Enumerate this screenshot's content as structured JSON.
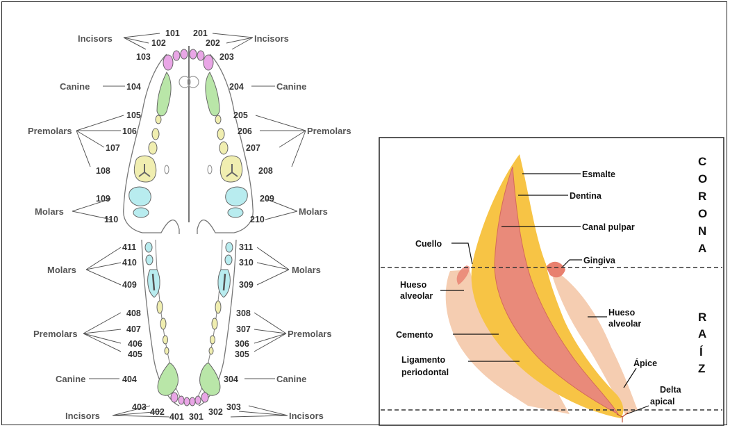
{
  "dental_chart": {
    "labels": {
      "incisors": "Incisors",
      "canine": "Canine",
      "premolars": "Premolars",
      "molars": "Molars"
    },
    "upper_right": {
      "incisors": [
        "101",
        "102",
        "103"
      ],
      "canine": "104",
      "premolars": [
        "105",
        "106",
        "107",
        "108"
      ],
      "molars": [
        "109",
        "110"
      ]
    },
    "upper_left": {
      "incisors": [
        "201",
        "202",
        "203"
      ],
      "canine": "204",
      "premolars": [
        "205",
        "206",
        "207",
        "208"
      ],
      "molars": [
        "209",
        "210"
      ]
    },
    "lower_right": {
      "molars": [
        "411",
        "410",
        "409"
      ],
      "premolars": [
        "408",
        "407",
        "406",
        "405"
      ],
      "canine": "404",
      "incisors": [
        "403",
        "402",
        "401"
      ]
    },
    "lower_left": {
      "molars": [
        "311",
        "310",
        "309"
      ],
      "premolars": [
        "308",
        "307",
        "306",
        "305"
      ],
      "canine": "304",
      "incisors": [
        "301",
        "302",
        "303"
      ]
    },
    "colors": {
      "incisor": "#e9a6e6",
      "canine": "#b9e6a8",
      "premolar": "#f0eeb0",
      "molar": "#b8ecef"
    }
  },
  "tooth_anatomy": {
    "crown_letters": [
      "C",
      "O",
      "R",
      "O",
      "N",
      "A"
    ],
    "root_letters": [
      "R",
      "A",
      "Í",
      "Z"
    ],
    "labels": {
      "esmalte": "Esmalte",
      "dentina": "Dentina",
      "canal_pulpar": "Canal pulpar",
      "cuello": "Cuello",
      "gingiva": "Gingiva",
      "hueso_alveolar_left_1": "Hueso",
      "hueso_alveolar_left_2": "alveolar",
      "hueso_alveolar_right_1": "Hueso",
      "hueso_alveolar_right_2": "alveolar",
      "cemento": "Cemento",
      "ligamento_1": "Ligamento",
      "ligamento_2": "periodontal",
      "apice": "Ápice",
      "delta_1": "Delta",
      "delta_2": "apical"
    },
    "colors": {
      "enamel": "#f7c445",
      "pulp": "#e98a7a",
      "bone": "#f3c4a3",
      "gingiva": "#e8806f"
    }
  }
}
